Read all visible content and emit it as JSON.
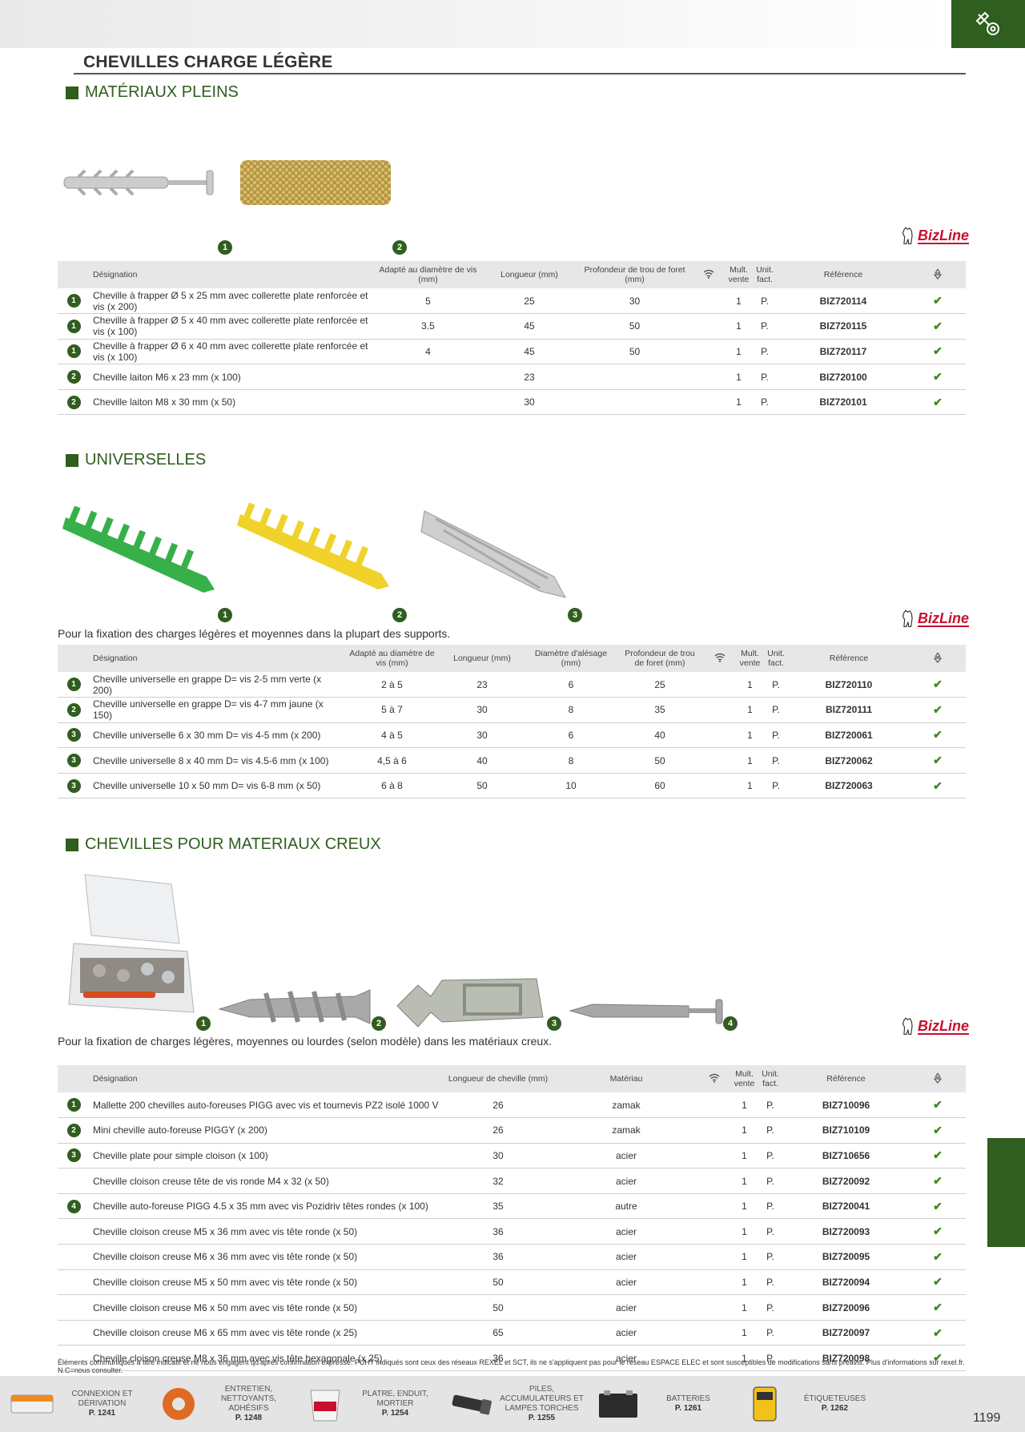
{
  "header": {
    "title": "CHEVILLES CHARGE LÉGÈRE"
  },
  "brand": {
    "prefix": "",
    "name": "BizLine",
    "color": "#c8102e"
  },
  "accent": "#2f5e1e",
  "icons": {
    "corner": "tools-icon",
    "check": "check-icon",
    "wifi": "wifi-icon",
    "recycle": "recycle-icon"
  },
  "section1": {
    "title": "MATÉRIAUX PLEINS",
    "markers": [
      "1",
      "2"
    ],
    "headers": {
      "designation": "Désignation",
      "diam": "Adapté au diamètre de vis (mm)",
      "longueur": "Longueur (mm)",
      "profondeur": "Profondeur de trou de foret (mm)",
      "mult": "Mult. vente",
      "unit": "Unit. fact.",
      "reference": "Référence"
    },
    "rows": [
      {
        "n": "1",
        "des": "Cheville à frapper Ø 5 x 25 mm avec collerette plate renforcée et vis (x 200)",
        "diam": "5",
        "long": "25",
        "prof": "30",
        "mult": "1",
        "unit": "P.",
        "ref": "BIZ720114",
        "ck": "✔"
      },
      {
        "n": "1",
        "des": "Cheville à frapper Ø 5 x 40 mm avec collerette plate renforcée et vis (x 100)",
        "diam": "3.5",
        "long": "45",
        "prof": "50",
        "mult": "1",
        "unit": "P.",
        "ref": "BIZ720115",
        "ck": "✔"
      },
      {
        "n": "1",
        "des": "Cheville à frapper Ø 6 x 40 mm avec collerette plate renforcée et vis (x 100)",
        "diam": "4",
        "long": "45",
        "prof": "50",
        "mult": "1",
        "unit": "P.",
        "ref": "BIZ720117",
        "ck": "✔"
      },
      {
        "n": "2",
        "des": "Cheville laiton M6 x 23 mm (x 100)",
        "diam": "",
        "long": "23",
        "prof": "",
        "mult": "1",
        "unit": "P.",
        "ref": "BIZ720100",
        "ck": "✔"
      },
      {
        "n": "2",
        "des": "Cheville laiton M8 x 30 mm (x 50)",
        "diam": "",
        "long": "30",
        "prof": "",
        "mult": "1",
        "unit": "P.",
        "ref": "BIZ720101",
        "ck": "✔"
      }
    ]
  },
  "section2": {
    "title": "UNIVERSELLES",
    "markers": [
      "1",
      "2",
      "3"
    ],
    "intro": "Pour la fixation des charges légères et moyennes dans la plupart des supports.",
    "headers": {
      "designation": "Désignation",
      "diam": "Adapté au diamètre de vis (mm)",
      "longueur": "Longueur (mm)",
      "alesage": "Diamètre d'alésage (mm)",
      "profondeur": "Profondeur de trou de foret (mm)",
      "mult": "Mult. vente",
      "unit": "Unit. fact.",
      "reference": "Référence"
    },
    "rows": [
      {
        "n": "1",
        "des": "Cheville universelle en grappe D= vis 2-5 mm verte (x 200)",
        "diam": "2 à 5",
        "long": "23",
        "ales": "6",
        "prof": "25",
        "mult": "1",
        "unit": "P.",
        "ref": "BIZ720110",
        "ck": "✔"
      },
      {
        "n": "2",
        "des": "Cheville universelle en grappe D= vis 4-7 mm jaune (x 150)",
        "diam": "5 à 7",
        "long": "30",
        "ales": "8",
        "prof": "35",
        "mult": "1",
        "unit": "P.",
        "ref": "BIZ720111",
        "ck": "✔"
      },
      {
        "n": "3",
        "des": "Cheville universelle 6 x 30 mm D= vis 4-5 mm (x 200)",
        "diam": "4 à 5",
        "long": "30",
        "ales": "6",
        "prof": "40",
        "mult": "1",
        "unit": "P.",
        "ref": "BIZ720061",
        "ck": "✔"
      },
      {
        "n": "3",
        "des": "Cheville universelle 8 x 40 mm D= vis 4.5-6 mm (x 100)",
        "diam": "4,5 à 6",
        "long": "40",
        "ales": "8",
        "prof": "50",
        "mult": "1",
        "unit": "P.",
        "ref": "BIZ720062",
        "ck": "✔"
      },
      {
        "n": "3",
        "des": "Cheville universelle 10 x 50 mm D= vis 6-8 mm (x 50)",
        "diam": "6 à 8",
        "long": "50",
        "ales": "10",
        "prof": "60",
        "mult": "1",
        "unit": "P.",
        "ref": "BIZ720063",
        "ck": "✔"
      }
    ]
  },
  "section3": {
    "title": "CHEVILLES POUR MATERIAUX CREUX",
    "markers": [
      "1",
      "2",
      "3",
      "4"
    ],
    "intro": "Pour la fixation de charges légères, moyennes ou lourdes (selon modèle) dans les matériaux creux.",
    "headers": {
      "designation": "Désignation",
      "longueur": "Longueur de cheville (mm)",
      "materiau": "Matériau",
      "mult": "Mult. vente",
      "unit": "Unit. fact.",
      "reference": "Référence"
    },
    "rows": [
      {
        "n": "1",
        "des": "Mallette 200 chevilles auto-foreuses PIGG avec vis et tournevis PZ2 isolé 1000 V",
        "long": "26",
        "mat": "zamak",
        "mult": "1",
        "unit": "P.",
        "ref": "BIZ710096",
        "ck": "✔"
      },
      {
        "n": "2",
        "des": "Mini cheville auto-foreuse PIGGY (x 200)",
        "long": "26",
        "mat": "zamak",
        "mult": "1",
        "unit": "P.",
        "ref": "BIZ710109",
        "ck": "✔"
      },
      {
        "n": "3",
        "des": "Cheville plate pour simple cloison (x 100)",
        "long": "30",
        "mat": "acier",
        "mult": "1",
        "unit": "P.",
        "ref": "BIZ710656",
        "ck": "✔"
      },
      {
        "n": "",
        "des": "Cheville cloison creuse tête de vis ronde M4 x 32 (x 50)",
        "long": "32",
        "mat": "acier",
        "mult": "1",
        "unit": "P.",
        "ref": "BIZ720092",
        "ck": "✔"
      },
      {
        "n": "4",
        "des": "Cheville auto-foreuse PIGG 4.5 x 35 mm avec vis Pozidriv têtes rondes (x 100)",
        "long": "35",
        "mat": "autre",
        "mult": "1",
        "unit": "P.",
        "ref": "BIZ720041",
        "ck": "✔"
      },
      {
        "n": "",
        "des": "Cheville cloison creuse M5 x 36 mm avec vis tête ronde (x 50)",
        "long": "36",
        "mat": "acier",
        "mult": "1",
        "unit": "P.",
        "ref": "BIZ720093",
        "ck": "✔"
      },
      {
        "n": "",
        "des": "Cheville cloison creuse M6 x 36 mm avec vis tête ronde (x 50)",
        "long": "36",
        "mat": "acier",
        "mult": "1",
        "unit": "P.",
        "ref": "BIZ720095",
        "ck": "✔"
      },
      {
        "n": "",
        "des": "Cheville cloison creuse M5 x 50 mm avec vis tête ronde (x 50)",
        "long": "50",
        "mat": "acier",
        "mult": "1",
        "unit": "P.",
        "ref": "BIZ720094",
        "ck": "✔"
      },
      {
        "n": "",
        "des": "Cheville cloison creuse M6 x 50 mm avec vis tête ronde (x 50)",
        "long": "50",
        "mat": "acier",
        "mult": "1",
        "unit": "P.",
        "ref": "BIZ720096",
        "ck": "✔"
      },
      {
        "n": "",
        "des": "Cheville cloison creuse M6 x 65 mm avec vis tête ronde (x 25)",
        "long": "65",
        "mat": "acier",
        "mult": "1",
        "unit": "P.",
        "ref": "BIZ720097",
        "ck": "✔"
      },
      {
        "n": "",
        "des": "Cheville cloison creuse M8 x 36 mm avec vis tête hexagonale (x 25)",
        "long": "36",
        "mat": "acier",
        "mult": "1",
        "unit": "P.",
        "ref": "BIZ720098",
        "ck": "✔"
      }
    ]
  },
  "footnote": "Éléments communiqués à titre indicatif et ne nous engagent qu'après confirmation expresse. PUHT indiqués sont ceux des réseaux REXEL et SCT, ils ne s'appliquent pas pour le réseau ESPACE ELEC et sont susceptibles de modifications sans préavis. Plus d'informations sur rexel.fr. N.C=nous consulter.",
  "bottom": [
    {
      "label": "CONNEXION ET DÉRIVATION",
      "page": "P. 1241"
    },
    {
      "label": "ENTRETIEN, NETTOYANTS, ADHÉSIFS",
      "page": "P. 1248"
    },
    {
      "label": "PLATRE, ENDUIT, MORTIER",
      "page": "P. 1254"
    },
    {
      "label": "PILES, ACCUMULATEURS ET LAMPES TORCHES",
      "page": "P. 1255"
    },
    {
      "label": "BATTERIES",
      "page": "P. 1261"
    },
    {
      "label": "ÉTIQUETEUSES",
      "page": "P. 1262"
    }
  ],
  "page_number": "1199"
}
